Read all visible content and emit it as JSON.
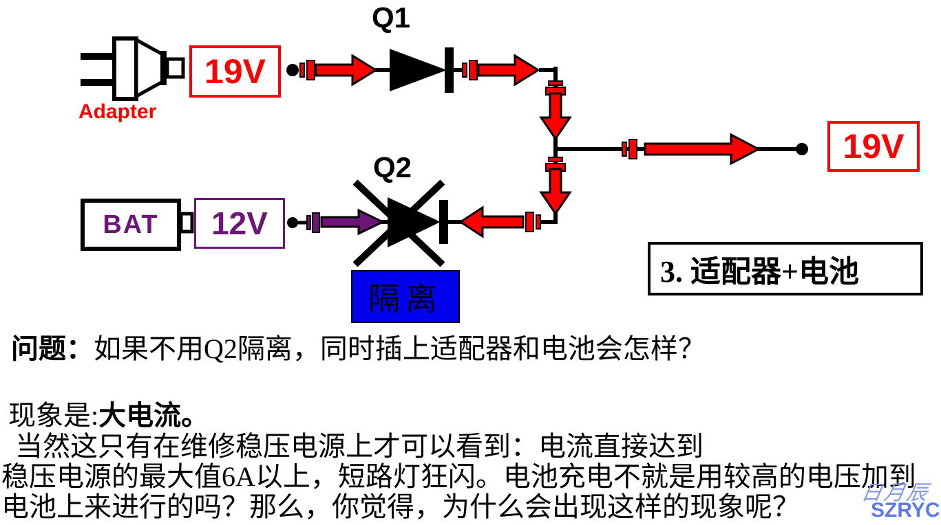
{
  "colors": {
    "red": "#FE0000",
    "purple": "#6E1578",
    "blue_box": "#0202EE",
    "wm_light": "#8398E2",
    "wm_dark": "#5C7BE8"
  },
  "diagram": {
    "q1_label": "Q1",
    "q2_label": "Q2",
    "adapter": {
      "label": "Adapter",
      "voltage": "19V"
    },
    "battery": {
      "label": "BAT",
      "voltage": "12V"
    },
    "output_voltage": "19V",
    "isolation_label": "隔离",
    "mode_box_title": "3. 适配器+电池"
  },
  "body_text": {
    "question_prefix": "问题：",
    "question": "如果不用Q2隔离，同时插上适配器和电池会怎样？",
    "phenomenon_prefix": "现象是:",
    "phenomenon_emphasis": "大电流。",
    "explain_line1": " 当然这只有在维修稳压电源上才可以看到：电流直接达到",
    "explain_line2": "稳压电源的最大值6A以上，短路灯狂闪。电池充电不就是用较高的电压加到",
    "explain_line3": "电池上来进行的吗？那么，你觉得，为什么会出现这样的现象呢？"
  },
  "watermark": {
    "script": "日月辰",
    "brand": "SZRYC"
  }
}
